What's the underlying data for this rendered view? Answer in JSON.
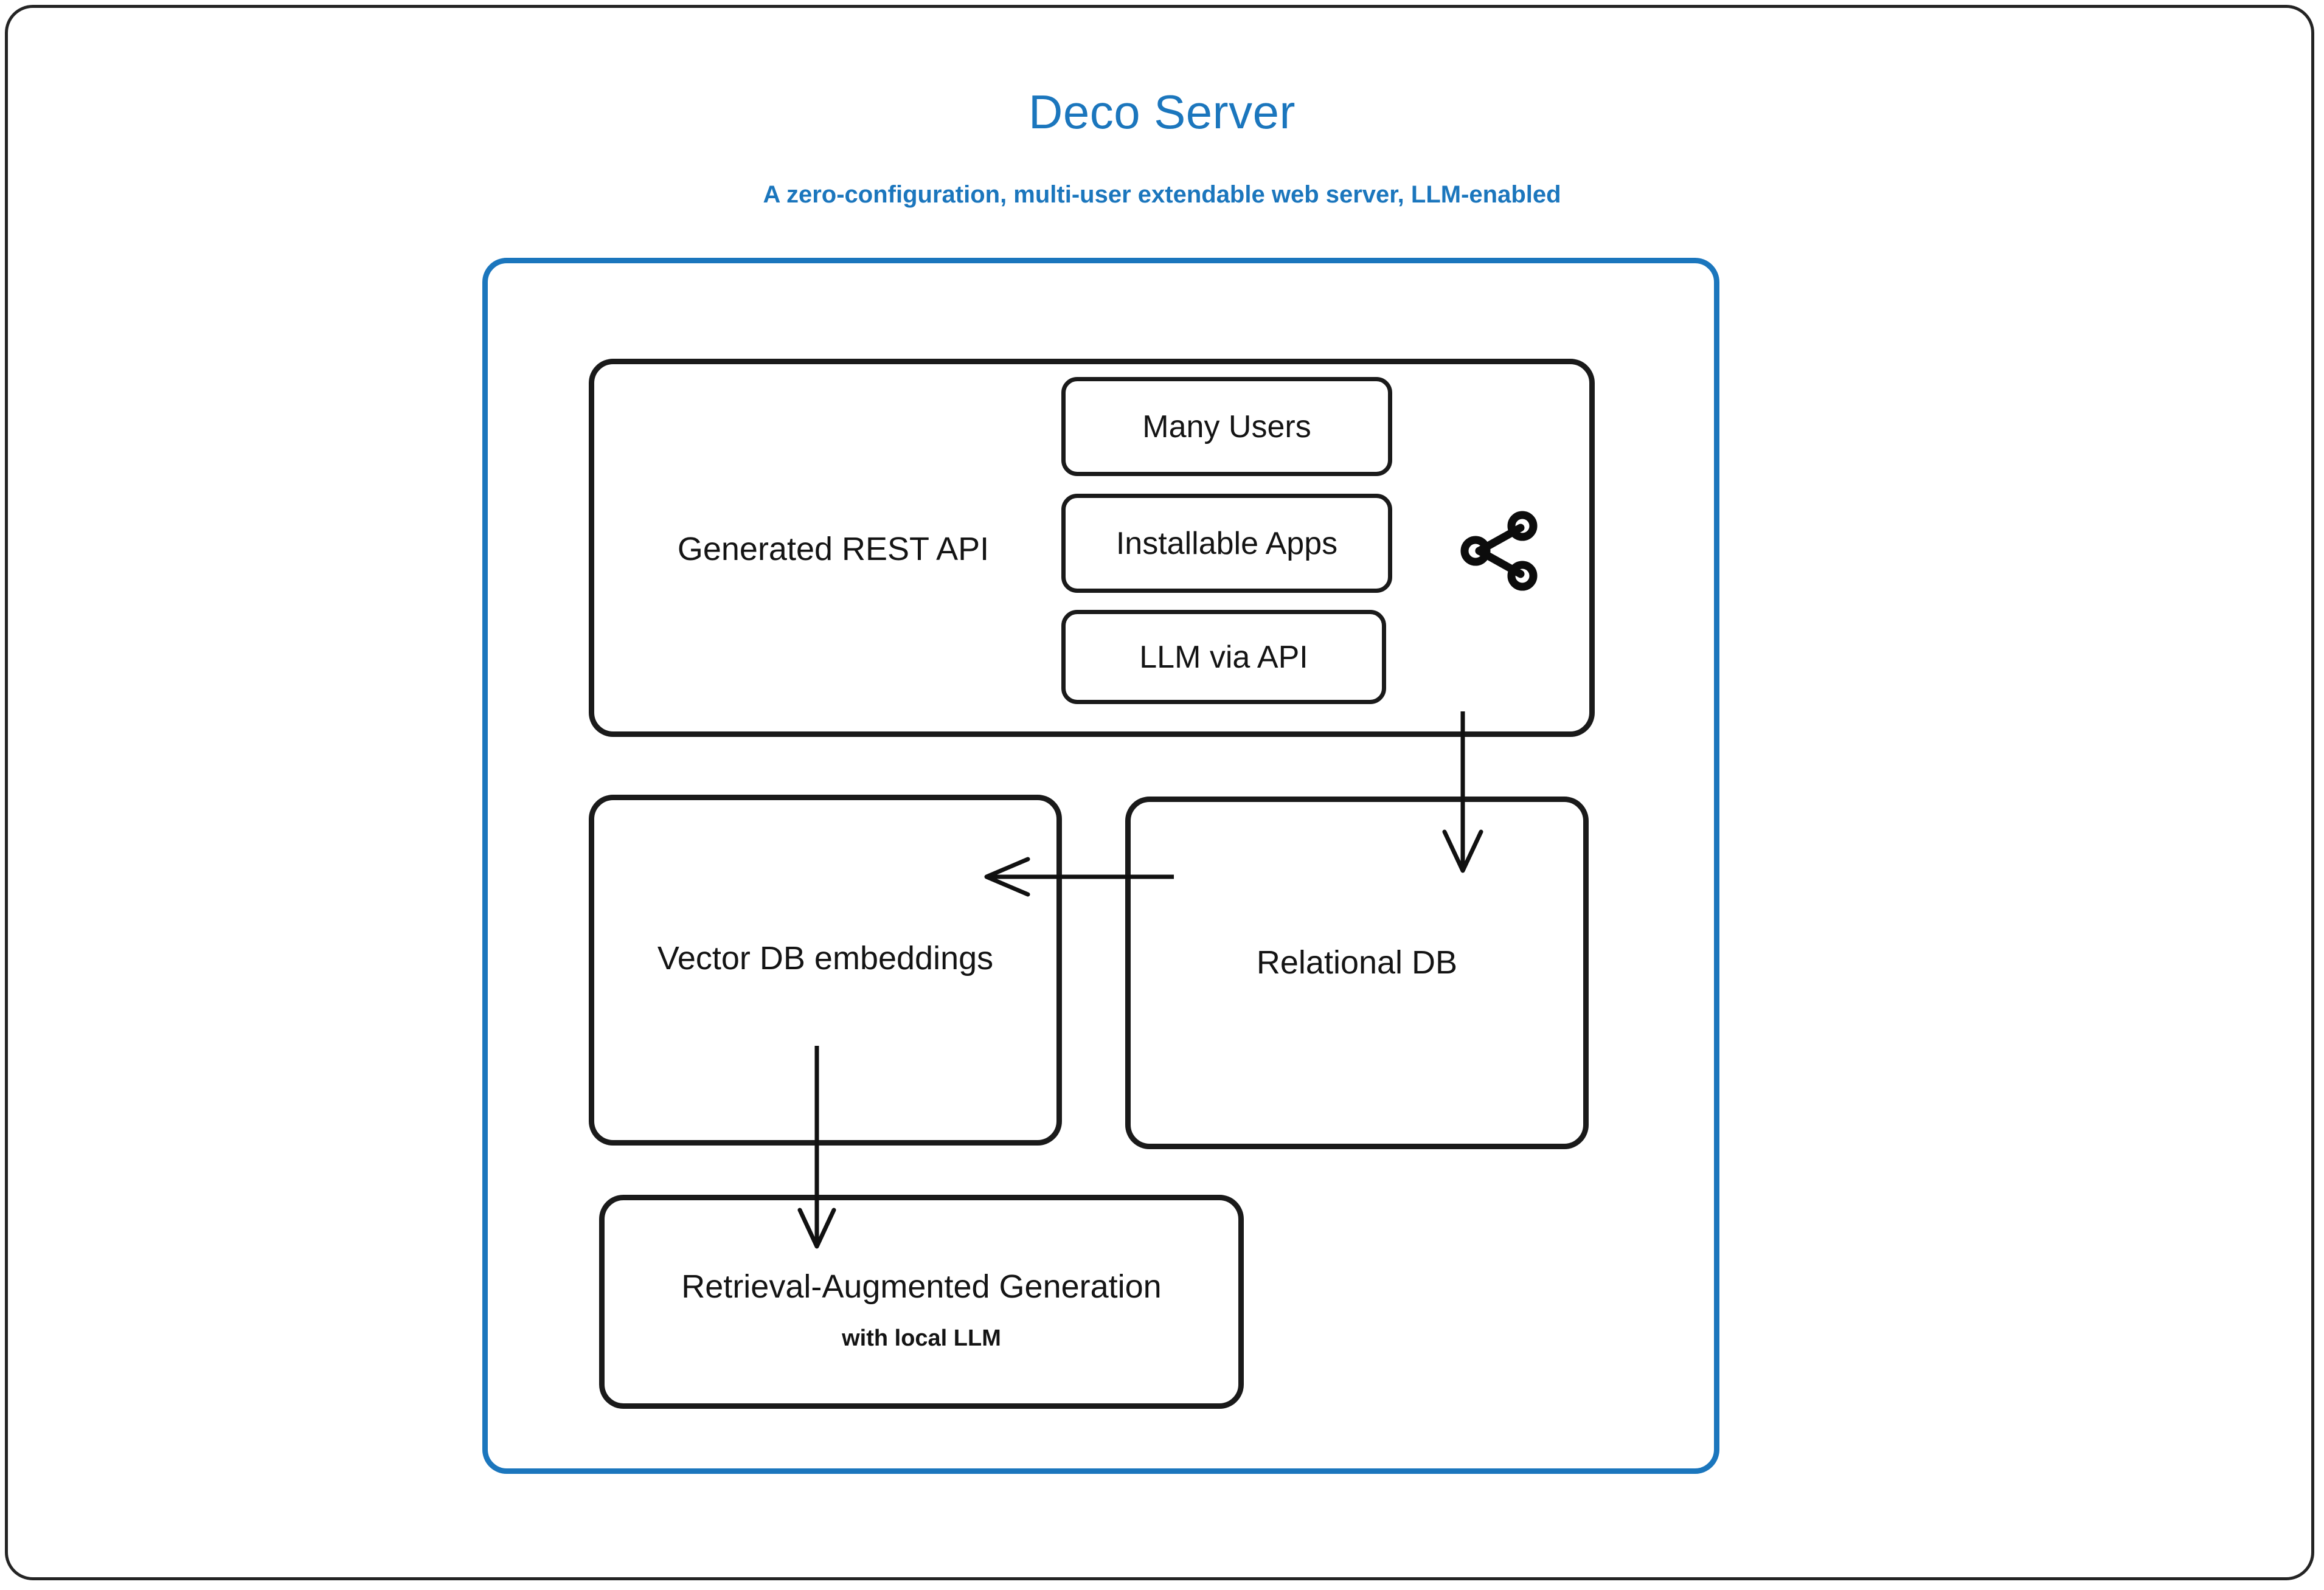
{
  "header": {
    "title": "Deco Server",
    "subtitle": "A zero-configuration, multi-user extendable web server, LLM-enabled",
    "accent_color": "#1b76bd"
  },
  "diagram": {
    "container_label": "deco-server-boundary",
    "container_color": "#1b76bd",
    "node_color": "#1a1a1a",
    "nodes": [
      {
        "id": "rest-api",
        "label": "Generated REST API"
      },
      {
        "id": "many-users",
        "label": "Many Users"
      },
      {
        "id": "installable",
        "label": "Installable Apps"
      },
      {
        "id": "llm-via-api",
        "label": "LLM via API"
      },
      {
        "id": "vector-db",
        "label": "Vector DB embeddings"
      },
      {
        "id": "relational-db",
        "label": "Relational DB"
      },
      {
        "id": "rag",
        "label": "Retrieval-Augmented Generation",
        "sublabel": "with local LLM"
      }
    ],
    "icons": [
      {
        "id": "share",
        "name": "share-icon"
      }
    ],
    "edges": [
      {
        "from": "rest-api",
        "to": "relational-db",
        "direction": "down"
      },
      {
        "from": "relational-db",
        "to": "vector-db",
        "direction": "left"
      },
      {
        "from": "vector-db",
        "to": "rag",
        "direction": "down"
      }
    ]
  }
}
